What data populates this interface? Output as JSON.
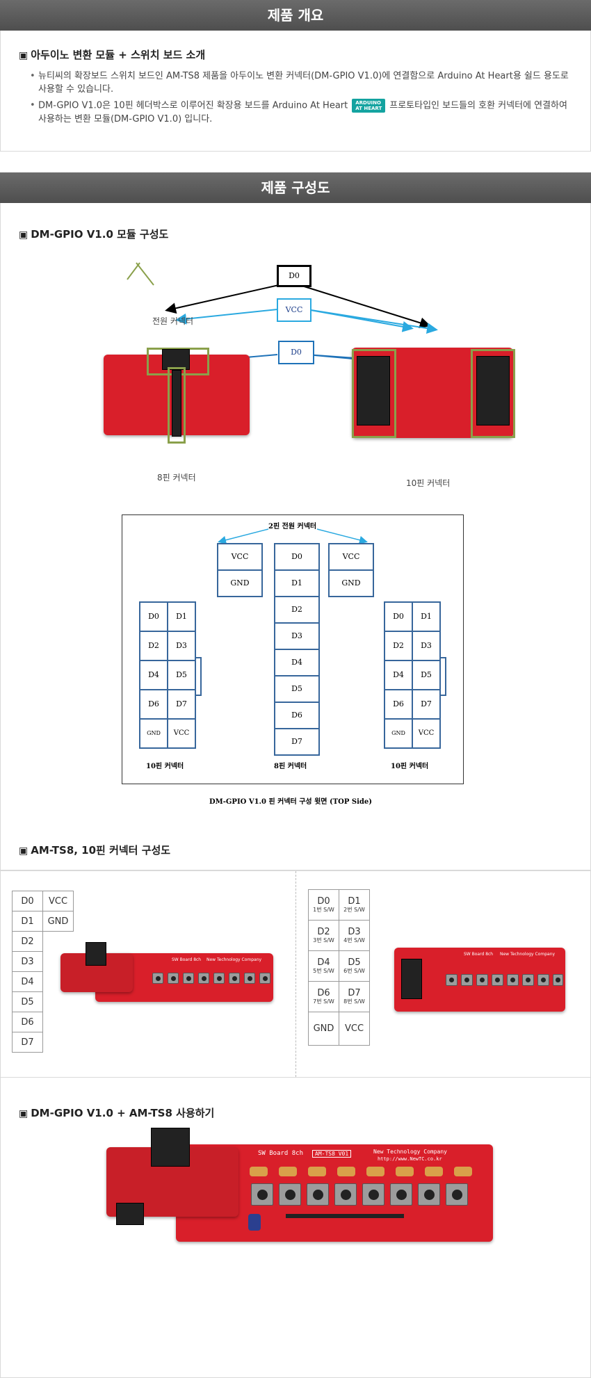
{
  "sections": {
    "overview": "제품 개요",
    "structure": "제품 구성도"
  },
  "intro": {
    "title": "아두이노 변환 모듈 + 스위치 보드 소개",
    "bullet1": "뉴티씨의 확장보드 스위치 보드인  AM-TS8 제품을 아두이노 변환 커넥터(DM-GPIO V1.0)에 연결함으로 Arduino At Heart용 쉴드 용도로 사용할 수 있습니다.",
    "bullet2_a": "DM-GPIO V1.0은 10핀 헤더박스로 이루어진 확장용 보드를 Arduino At Heart",
    "bullet2_b": "프로토타입인 보드들의 호환 커넥터에 연결하여 사용하는 변환 모듈(DM-GPIO V1.0) 입니다.",
    "logo_line1": "ARDUINO",
    "logo_line2": "AT HEART"
  },
  "module": {
    "title": "DM-GPIO V1.0 모듈 구성도",
    "box_d0_top": "D0",
    "box_vcc": "VCC",
    "box_d0_mid": "D0",
    "label_power": "전원 커넥터",
    "label_8pin": "8핀 커넥터",
    "label_10pin": "10핀 커넥터"
  },
  "diagram": {
    "power_label": "2핀 전원 커넥터",
    "left_pairs": [
      [
        "D0",
        "D1"
      ],
      [
        "D2",
        "D3"
      ],
      [
        "D4",
        "D5"
      ],
      [
        "D6",
        "D7"
      ],
      [
        "GND",
        "VCC"
      ]
    ],
    "center": [
      "D0",
      "D1",
      "D2",
      "D3",
      "D4",
      "D5",
      "D6",
      "D7"
    ],
    "power_left": [
      "VCC",
      "GND"
    ],
    "power_right": [
      "VCC",
      "GND"
    ],
    "left_label": "10핀 커넥터",
    "center_label": "8핀 커넥터",
    "right_label": "10핀 커넥터",
    "caption": "DM-GPIO V1.0  핀 커넥터 구성 윗면 (TOP Side)"
  },
  "ts8": {
    "title": "AM-TS8, 10핀 커넥터 구성도",
    "left_col1": [
      "D0",
      "D1",
      "D2",
      "D3",
      "D4",
      "D5",
      "D6",
      "D7"
    ],
    "left_col2": [
      "VCC",
      "GND"
    ],
    "right_rows": [
      [
        {
          "pin": "D0",
          "sw": "1번 S/W"
        },
        {
          "pin": "D1",
          "sw": "2번 S/W"
        }
      ],
      [
        {
          "pin": "D2",
          "sw": "3번 S/W"
        },
        {
          "pin": "D3",
          "sw": "4번 S/W"
        }
      ],
      [
        {
          "pin": "D4",
          "sw": "5번 S/W"
        },
        {
          "pin": "D5",
          "sw": "6번 S/W"
        }
      ],
      [
        {
          "pin": "D6",
          "sw": "7번 S/W"
        },
        {
          "pin": "D7",
          "sw": "8번 S/W"
        }
      ],
      [
        {
          "pin": "GND",
          "sw": ""
        },
        {
          "pin": "VCC",
          "sw": ""
        }
      ]
    ],
    "board_text1": "SW Board 8ch",
    "board_text2": "New Technology Company"
  },
  "usage": {
    "title": "DM-GPIO V1.0 + AM-TS8 사용하기",
    "board_name": "SW Board 8ch",
    "board_model": "AM-TS8 V01",
    "board_company": "New Technology Company",
    "board_url": "http://www.NewTC.co.kr"
  },
  "colors": {
    "band": "#5a5a5a",
    "pcb_red": "#d91f2a",
    "blue_box": "#1e72b8",
    "olive": "#8aa04b",
    "logo_teal": "#14a3a0"
  }
}
